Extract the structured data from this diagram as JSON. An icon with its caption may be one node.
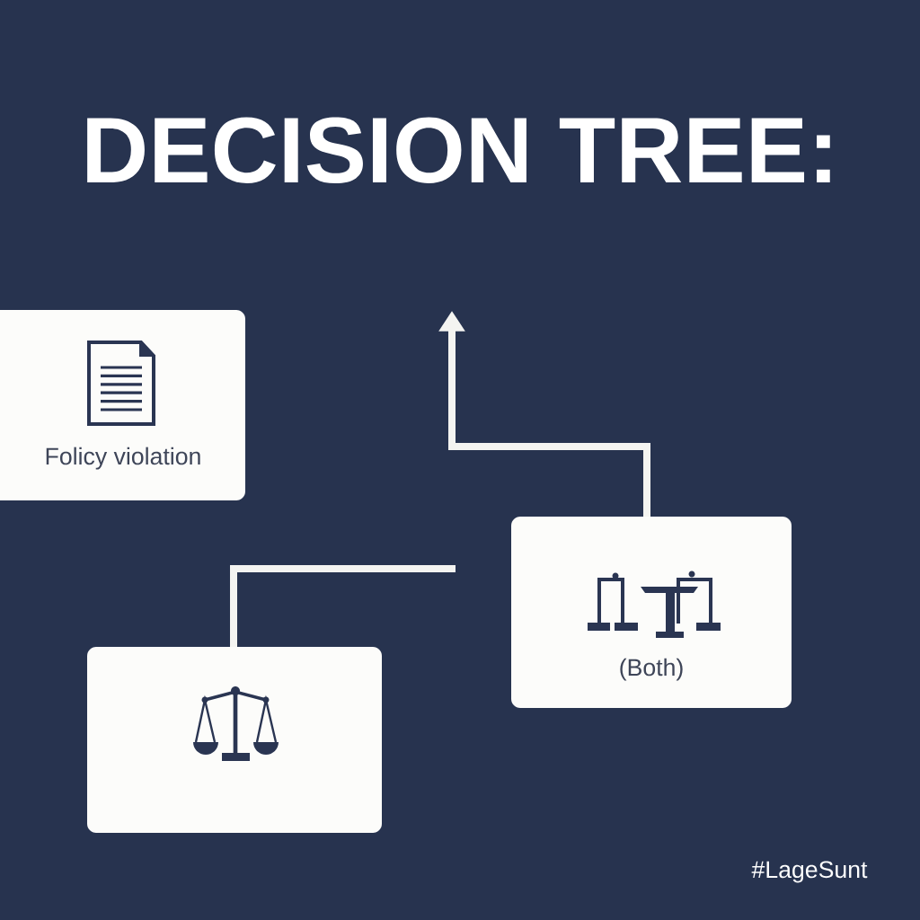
{
  "diagram": {
    "title": "DECISION TREE:",
    "nodes": [
      {
        "text": [
          "Folicy violation"
        ]
      },
      {
        "text": [],
        "shape": "box"
      },
      {
        "text": [
          "(Both)"
        ]
      }
    ],
    "edges": [
      {
        "from": 2,
        "to": null,
        "arrow": "to"
      },
      {
        "from": 1,
        "to": null,
        "arrow": "none"
      }
    ],
    "labels": [
      "#LageSunt"
    ]
  }
}
